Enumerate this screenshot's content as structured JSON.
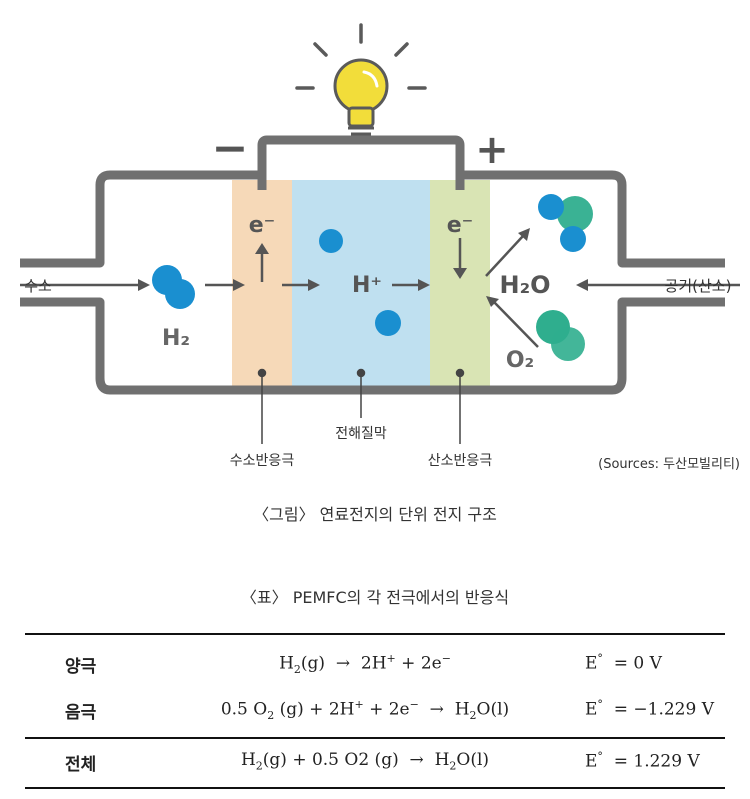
{
  "diagram": {
    "minus_sign": "−",
    "plus_sign": "+",
    "e_left": "e⁻",
    "e_right": "e⁻",
    "h_plus": "H⁺",
    "h2_label": "H₂",
    "h2o_label": "H₂O",
    "o2_label": "O₂",
    "left_input": "수소",
    "right_input": "공기(산소)",
    "anode_label": "수소반응극",
    "membrane_label": "전해질막",
    "cathode_label": "산소반응극",
    "source": "(Sources: 두산모빌리티)"
  },
  "figure_caption": "〈그림〉 연료전지의 단위 전지 구조",
  "table_title": "〈표〉 PEMFC의 각 전극에서의 반응식",
  "table": {
    "rows": [
      {
        "label": "양극",
        "equation_html": "H<sub>2</sub>(g) &nbsp;→&nbsp; 2H<sup>+</sup> + 2e<sup>−</sup>",
        "potential_html": "E<sup>°</sup> &nbsp;= 0 V"
      },
      {
        "label": "음극",
        "equation_html": "0.5 O<sub>2</sub> (g) + 2H<sup>+</sup> + 2e<sup>−</sup> &nbsp;→&nbsp; H<sub>2</sub>O(l)",
        "potential_html": "E<sup>°</sup> &nbsp;= −1.229 V"
      },
      {
        "label": "전체",
        "equation_html": "H<sub>2</sub>(g) + 0.5 O2 (g) &nbsp;→&nbsp; H<sub>2</sub>O(l)",
        "potential_html": "E<sup>°</sup> &nbsp;= 1.229 V"
      }
    ]
  },
  "colors": {
    "frame": "#707070",
    "anode": "#f6d9b8",
    "membrane": "#bfe0f0",
    "cathode": "#d9e4b4",
    "h2_ball": "#1a8fd0",
    "o2_ball": "#2fae8e",
    "bulb": "#f2dd3a"
  }
}
